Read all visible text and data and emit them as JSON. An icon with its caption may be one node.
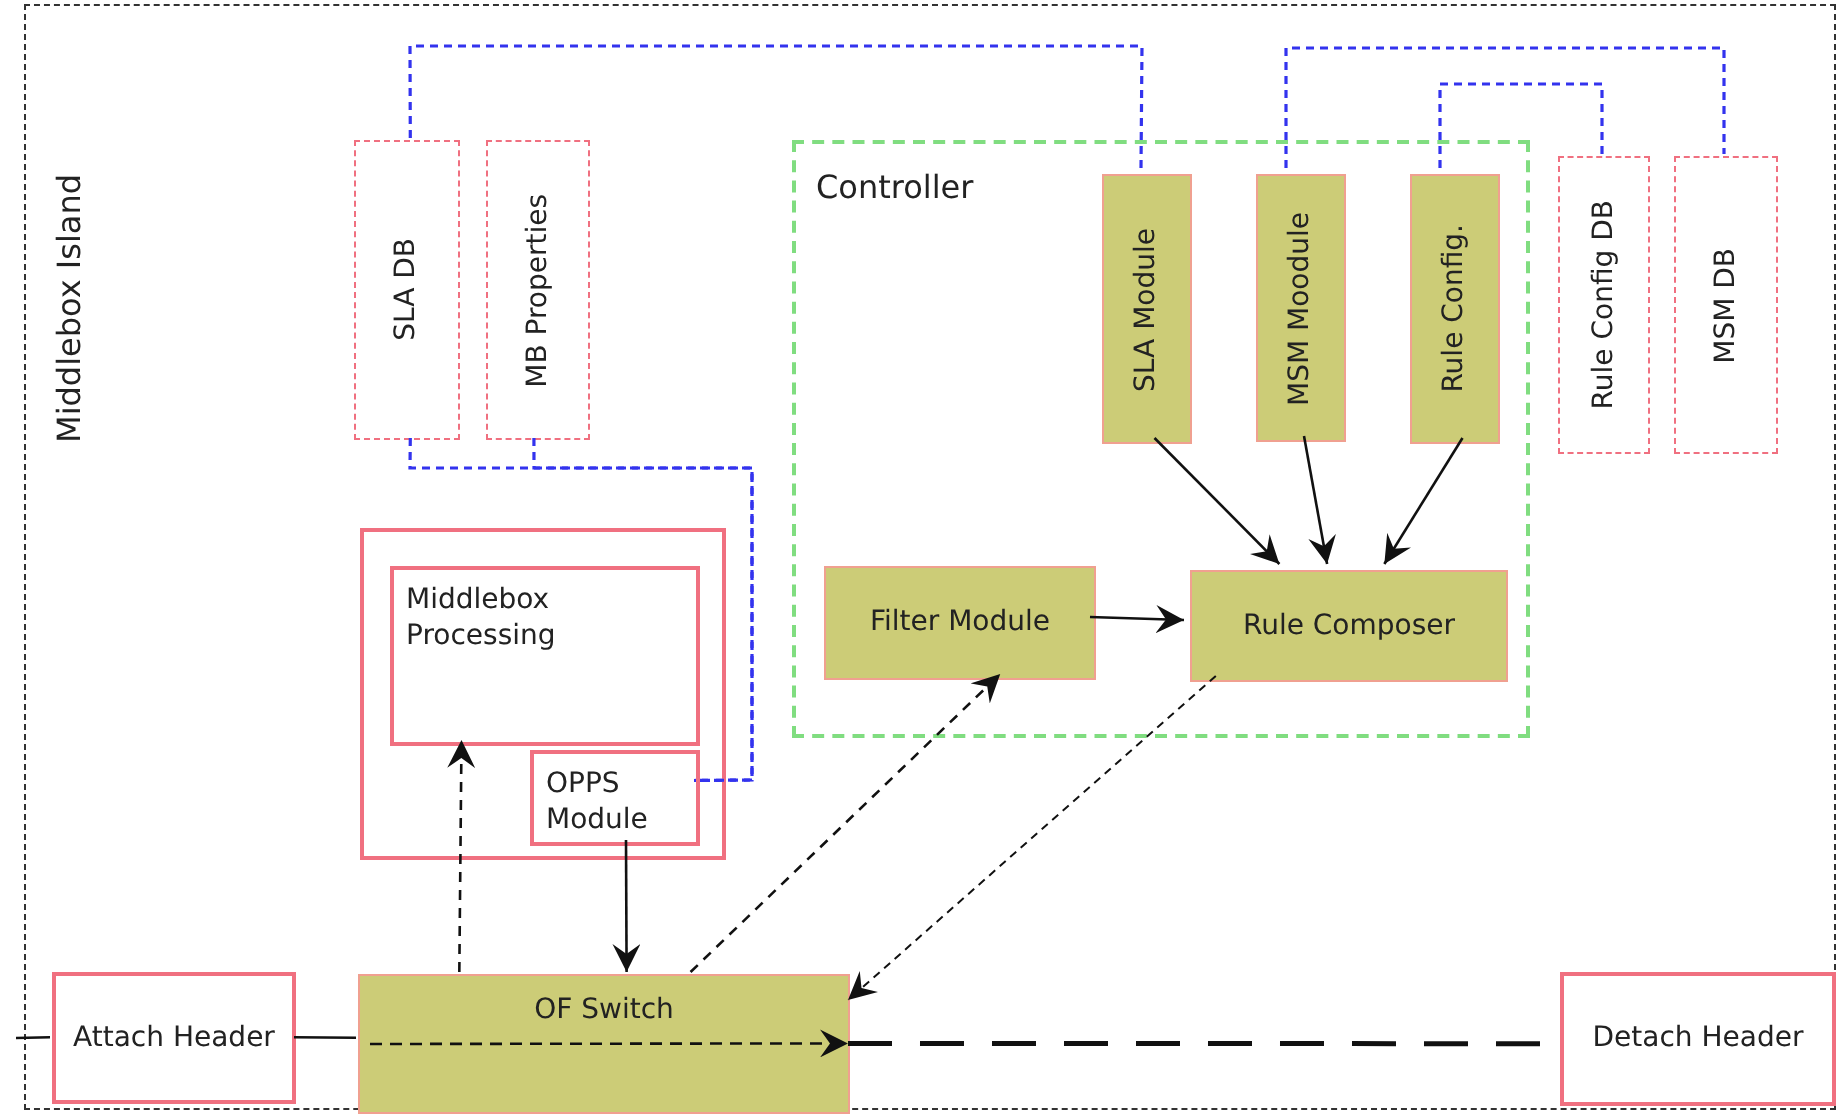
{
  "diagram": {
    "nodes": [
      {
        "text": [
          "Middlebox Island"
        ]
      },
      {
        "text": [
          "SLA DB"
        ],
        "in": 0
      },
      {
        "text": [
          "MB Properties"
        ],
        "in": 0
      },
      {
        "text": [
          "Controller"
        ],
        "in": 0
      },
      {
        "text": [
          "SLA Module"
        ],
        "in": 3
      },
      {
        "text": [
          "MSM Moodule"
        ],
        "in": 3
      },
      {
        "text": [
          "Rule Config."
        ],
        "in": 3
      },
      {
        "text": [
          "Rule Config DB"
        ],
        "in": 0
      },
      {
        "text": [
          "MSM DB"
        ],
        "in": 0
      },
      {
        "text": [],
        "shape": "box",
        "in": 0
      },
      {
        "text": [
          "Middlebox Processing"
        ],
        "in": 9
      },
      {
        "text": [
          "OPPS Module"
        ],
        "in": 9
      },
      {
        "text": [
          "Filter Module"
        ],
        "in": 3
      },
      {
        "text": [
          "Rule Composer"
        ],
        "in": 3
      },
      {
        "text": [
          "Attach Header"
        ],
        "in": 0
      },
      {
        "text": [
          "OF Switch"
        ],
        "in": 0
      },
      {
        "text": [
          "Detach Header"
        ],
        "in": 0
      }
    ],
    "edges": [
      {
        "from": 1,
        "to": 4,
        "arrow": "none",
        "style": "dashed",
        "color": "#3333ee"
      },
      {
        "from": 1,
        "to": 11,
        "arrow": "none",
        "style": "dashed",
        "color": "#3333ee"
      },
      {
        "from": 2,
        "to": 11,
        "arrow": "none",
        "style": "dashed",
        "color": "#3333ee"
      },
      {
        "from": 5,
        "to": 8,
        "arrow": "none",
        "style": "dashed",
        "color": "#3333ee"
      },
      {
        "from": 6,
        "to": 7,
        "arrow": "none",
        "style": "dashed",
        "color": "#3333ee"
      },
      {
        "from": 4,
        "to": 13,
        "arrow": "to"
      },
      {
        "from": 5,
        "to": 13,
        "arrow": "to"
      },
      {
        "from": 6,
        "to": 13,
        "arrow": "to"
      },
      {
        "from": 12,
        "to": 13,
        "arrow": "to"
      },
      {
        "from": 15,
        "to": 12,
        "arrow": "to",
        "style": "dashed"
      },
      {
        "from": 13,
        "to": 15,
        "arrow": "to",
        "style": "dashed"
      },
      {
        "from": 11,
        "to": 15,
        "arrow": "to"
      },
      {
        "from": 15,
        "to": 10,
        "arrow": "to",
        "style": "dashed"
      },
      {
        "from": null,
        "to": 15,
        "arrow": "to",
        "style": "dashed"
      },
      {
        "from": null,
        "to": 14,
        "arrow": "none"
      },
      {
        "from": 14,
        "to": 15,
        "arrow": "none"
      },
      {
        "from": 15,
        "to": 16,
        "arrow": "none",
        "style": "dashed"
      }
    ]
  }
}
